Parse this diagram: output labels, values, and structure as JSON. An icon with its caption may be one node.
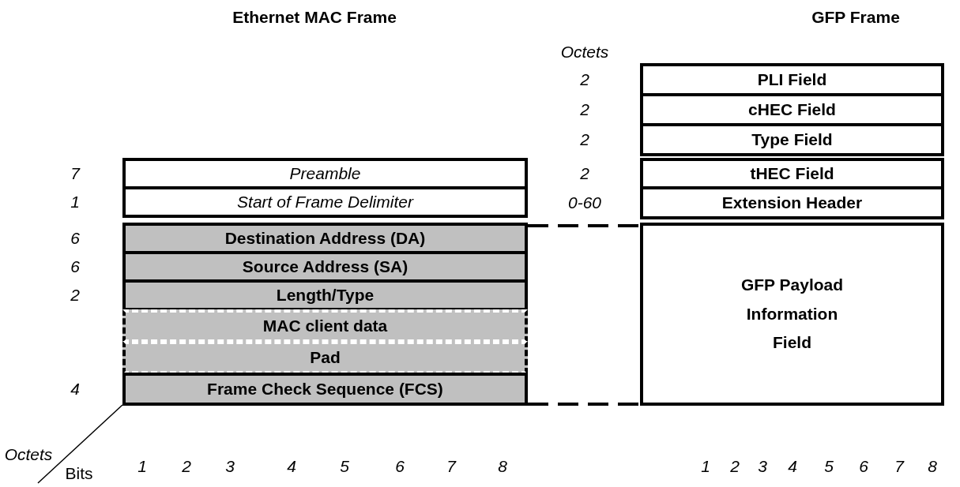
{
  "diagram": {
    "nodes": [
      {
        "text": [
          "Preamble"
        ],
        "beside": [
          "7"
        ]
      },
      {
        "text": [
          "Start of Frame Delimiter"
        ],
        "beside": [
          "1"
        ]
      },
      {
        "text": [
          "Destination Address (DA)"
        ],
        "beside": [
          "6"
        ]
      },
      {
        "text": [
          "Source Address (SA)"
        ],
        "beside": [
          "6"
        ]
      },
      {
        "text": [
          "Length/Type"
        ],
        "beside": [
          "2"
        ]
      },
      {
        "text": [
          "MAC client data"
        ]
      },
      {
        "text": [
          "Pad"
        ]
      },
      {
        "text": [
          "Frame Check Sequence (FCS)"
        ],
        "beside": [
          "4"
        ]
      },
      {
        "text": [
          "PLI Field"
        ],
        "beside": [
          "2"
        ]
      },
      {
        "text": [
          "cHEC Field"
        ],
        "beside": [
          "2"
        ]
      },
      {
        "text": [
          "Type Field"
        ],
        "beside": [
          "2"
        ]
      },
      {
        "text": [
          "tHEC Field"
        ],
        "beside": [
          "2"
        ]
      },
      {
        "text": [
          "Extension Header"
        ],
        "beside": [
          "0-60"
        ]
      },
      {
        "text": [
          "GFP Payload Information Field"
        ]
      }
    ],
    "edges": [
      {
        "from": 2,
        "to": 13,
        "arrow": "none",
        "style": "dashed"
      },
      {
        "from": 7,
        "to": 13,
        "arrow": "none",
        "style": "dashed"
      }
    ],
    "labels": [
      "Ethernet MAC Frame",
      "GFP Frame",
      "Octets",
      "Octets",
      "Bits",
      "1",
      "2",
      "3",
      "4",
      "5",
      "6",
      "7",
      "8",
      "1",
      "2",
      "3",
      "4",
      "5",
      "6",
      "7",
      "8"
    ]
  }
}
